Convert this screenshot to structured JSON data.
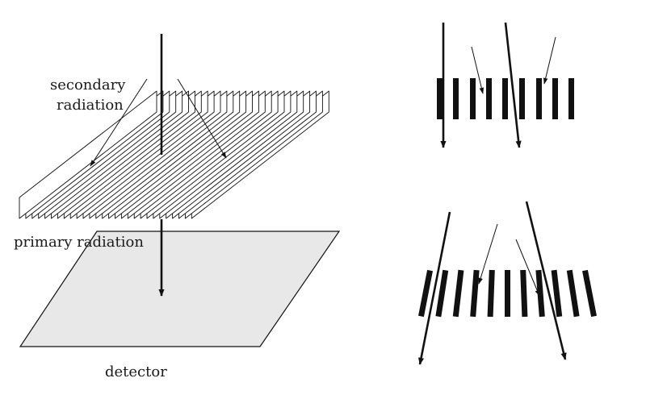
{
  "labels": {
    "secondary_line1": "secondary",
    "secondary_line2": "radiation",
    "primary": "primary radiation",
    "detector": "detector"
  },
  "colors": {
    "ink": "#111111",
    "detector_fill": "#e8e8e8",
    "grid_face": "#ffffff"
  }
}
